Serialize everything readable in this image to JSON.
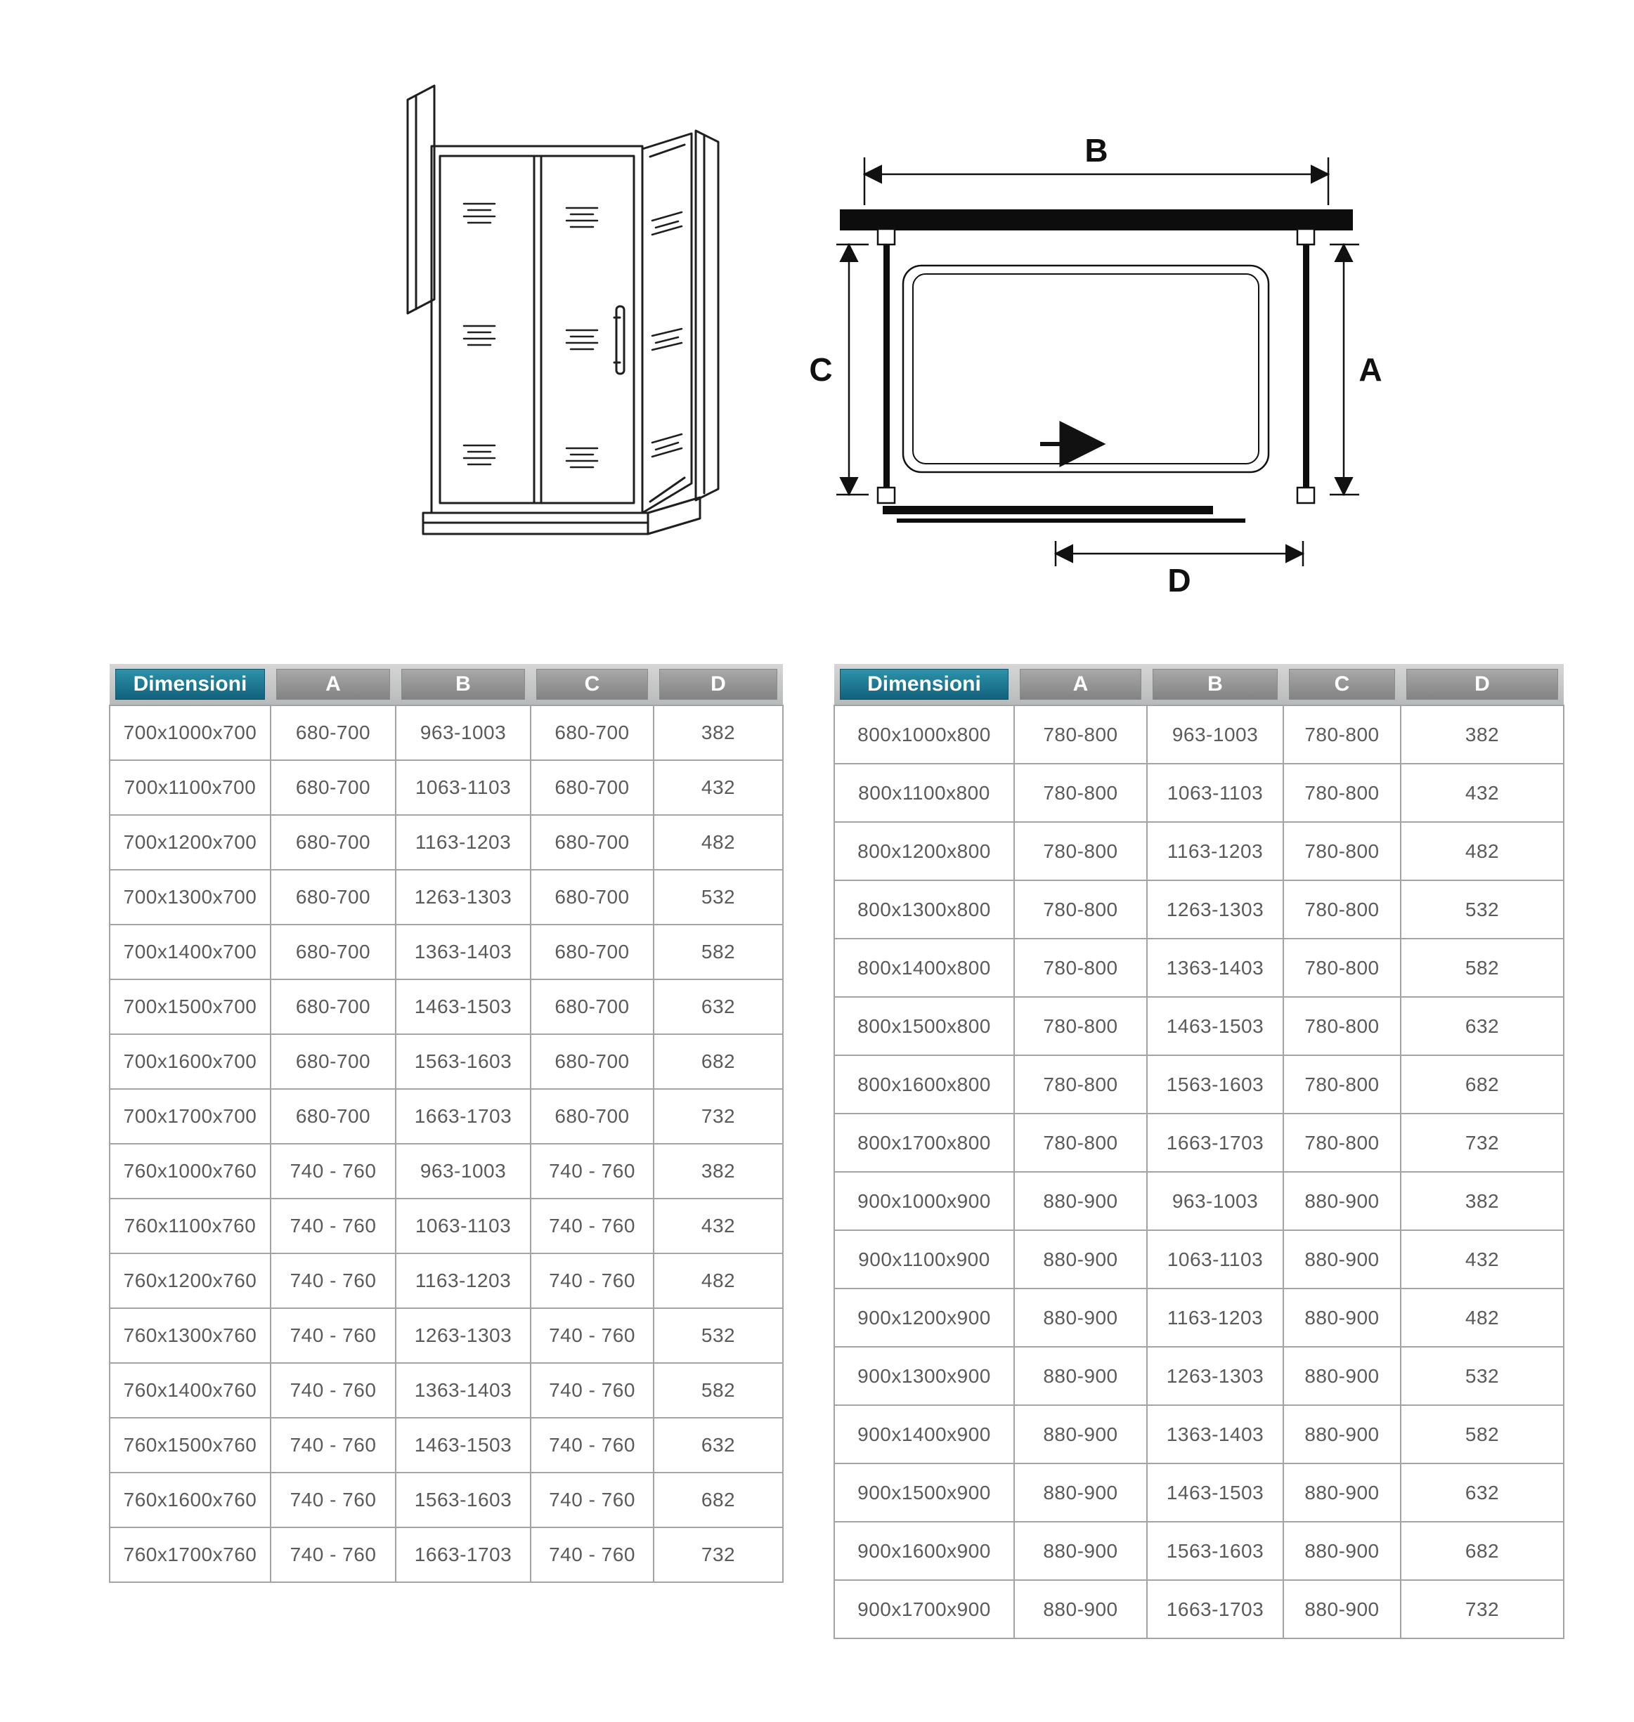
{
  "diagram": {
    "labels": {
      "b": "B",
      "c": "C",
      "a": "A",
      "d": "D"
    }
  },
  "tables": [
    {
      "headers": [
        "Dimensioni",
        "A",
        "B",
        "C",
        "D"
      ],
      "rows": [
        [
          "700x1000x700",
          "680-700",
          "963-1003",
          "680-700",
          "382"
        ],
        [
          "700x1100x700",
          "680-700",
          "1063-1103",
          "680-700",
          "432"
        ],
        [
          "700x1200x700",
          "680-700",
          "1163-1203",
          "680-700",
          "482"
        ],
        [
          "700x1300x700",
          "680-700",
          "1263-1303",
          "680-700",
          "532"
        ],
        [
          "700x1400x700",
          "680-700",
          "1363-1403",
          "680-700",
          "582"
        ],
        [
          "700x1500x700",
          "680-700",
          "1463-1503",
          "680-700",
          "632"
        ],
        [
          "700x1600x700",
          "680-700",
          "1563-1603",
          "680-700",
          "682"
        ],
        [
          "700x1700x700",
          "680-700",
          "1663-1703",
          "680-700",
          "732"
        ],
        [
          "760x1000x760",
          "740 - 760",
          "963-1003",
          "740 - 760",
          "382"
        ],
        [
          "760x1100x760",
          "740 - 760",
          "1063-1103",
          "740 - 760",
          "432"
        ],
        [
          "760x1200x760",
          "740 - 760",
          "1163-1203",
          "740 - 760",
          "482"
        ],
        [
          "760x1300x760",
          "740 - 760",
          "1263-1303",
          "740 - 760",
          "532"
        ],
        [
          "760x1400x760",
          "740 - 760",
          "1363-1403",
          "740 - 760",
          "582"
        ],
        [
          "760x1500x760",
          "740 - 760",
          "1463-1503",
          "740 - 760",
          "632"
        ],
        [
          "760x1600x760",
          "740 - 760",
          "1563-1603",
          "740 - 760",
          "682"
        ],
        [
          "760x1700x760",
          "740 - 760",
          "1663-1703",
          "740 - 760",
          "732"
        ]
      ]
    },
    {
      "headers": [
        "Dimensioni",
        "A",
        "B",
        "C",
        "D"
      ],
      "rows": [
        [
          "800x1000x800",
          "780-800",
          "963-1003",
          "780-800",
          "382"
        ],
        [
          "800x1100x800",
          "780-800",
          "1063-1103",
          "780-800",
          "432"
        ],
        [
          "800x1200x800",
          "780-800",
          "1163-1203",
          "780-800",
          "482"
        ],
        [
          "800x1300x800",
          "780-800",
          "1263-1303",
          "780-800",
          "532"
        ],
        [
          "800x1400x800",
          "780-800",
          "1363-1403",
          "780-800",
          "582"
        ],
        [
          "800x1500x800",
          "780-800",
          "1463-1503",
          "780-800",
          "632"
        ],
        [
          "800x1600x800",
          "780-800",
          "1563-1603",
          "780-800",
          "682"
        ],
        [
          "800x1700x800",
          "780-800",
          "1663-1703",
          "780-800",
          "732"
        ],
        [
          "900x1000x900",
          "880-900",
          "963-1003",
          "880-900",
          "382"
        ],
        [
          "900x1100x900",
          "880-900",
          "1063-1103",
          "880-900",
          "432"
        ],
        [
          "900x1200x900",
          "880-900",
          "1163-1203",
          "880-900",
          "482"
        ],
        [
          "900x1300x900",
          "880-900",
          "1263-1303",
          "880-900",
          "532"
        ],
        [
          "900x1400x900",
          "880-900",
          "1363-1403",
          "880-900",
          "582"
        ],
        [
          "900x1500x900",
          "880-900",
          "1463-1503",
          "880-900",
          "632"
        ],
        [
          "900x1600x900",
          "880-900",
          "1563-1603",
          "880-900",
          "682"
        ],
        [
          "900x1700x900",
          "880-900",
          "1663-1703",
          "880-900",
          "732"
        ]
      ]
    }
  ],
  "colors": {
    "header_teal": "#1b7d96",
    "header_gray": "#8f8f8f",
    "table_border": "#a3a3a3",
    "cell_text": "#5a5a5a",
    "line": "#111111"
  }
}
